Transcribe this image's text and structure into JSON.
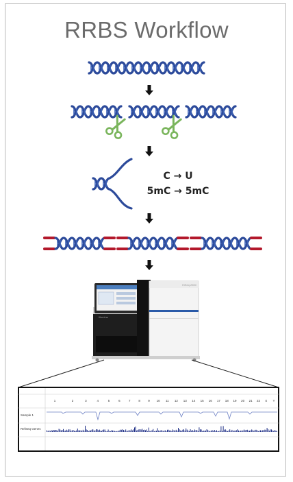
{
  "title": "RRBS Workflow",
  "reactions": {
    "line1": "C → U",
    "line2": "5mC → 5mC"
  },
  "sequencer": {
    "brand": "Illumina",
    "model": "HiSeq 2500"
  },
  "genome_browser": {
    "chromosomes": [
      "1",
      "2",
      "3",
      "4",
      "5",
      "6",
      "7",
      "8",
      "9",
      "10",
      "11",
      "12",
      "13",
      "14",
      "15",
      "16",
      "17",
      "18",
      "19",
      "20",
      "21",
      "22",
      "X",
      "Y"
    ],
    "track_sample": "Sample 1",
    "track_refseq": "RefSeq Genes"
  },
  "colors": {
    "dna_strand": "#2c4a9a",
    "dna_rung": "#3e63b8",
    "scissors": "#7ab55c",
    "adapter": "#b3182b",
    "arrow": "#111111",
    "title": "#6b6b6b"
  }
}
